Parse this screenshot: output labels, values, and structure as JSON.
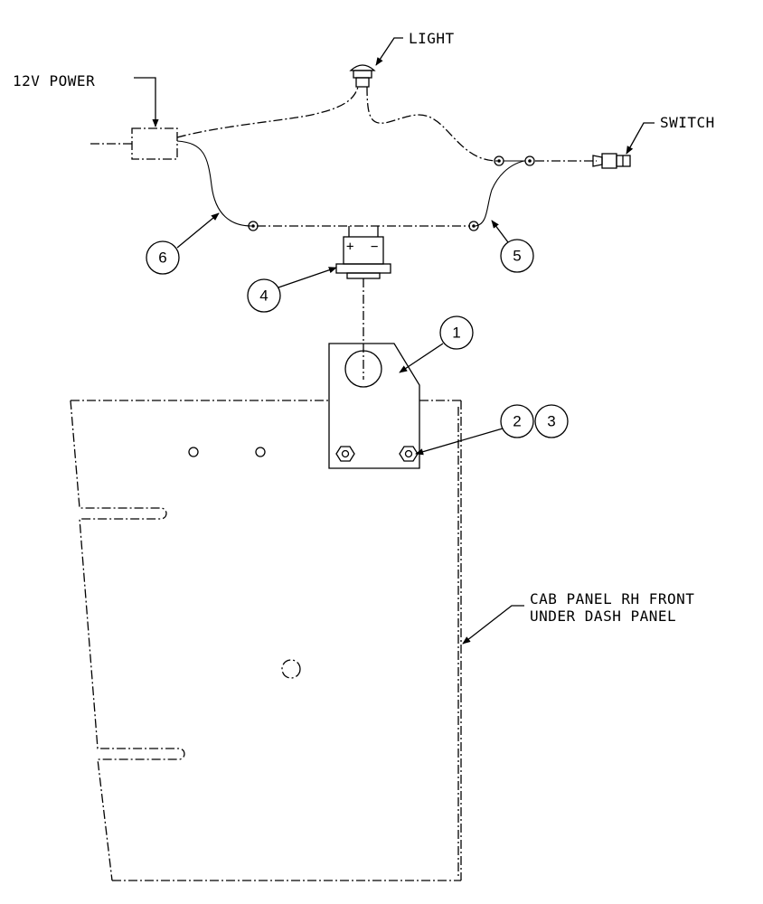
{
  "labels": {
    "power": "12V POWER",
    "light": "LIGHT",
    "switch": "SWITCH",
    "panel_line1": "CAB PANEL RH FRONT",
    "panel_line2": "UNDER DASH PANEL"
  },
  "callouts": [
    "1",
    "2",
    "3",
    "4",
    "5",
    "6"
  ],
  "terminal_marks": {
    "positive": "+",
    "negative": "−"
  }
}
